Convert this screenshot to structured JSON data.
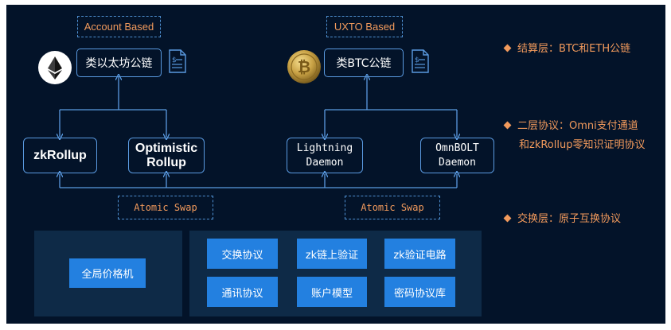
{
  "diagram": {
    "top_labels": {
      "account_based": "Account Based",
      "uxto_based": "UXTO Based"
    },
    "chains": {
      "eth_like": "类以太坊公链",
      "btc_like": "类BTC公链"
    },
    "layer2": {
      "zkrollup": "zkRollup",
      "optimistic": "Optimistic\nRollup",
      "lightning": "Lightning\nDaemon",
      "omnibolt": "OmnBOLT\nDaemon"
    },
    "atomic_swap_left": "Atomic Swap",
    "atomic_swap_right": "Atomic Swap",
    "global_price": "全局价格机",
    "modules": [
      "交换协议",
      "zk链上验证",
      "zk验证电路",
      "通讯协议",
      "账户模型",
      "密码协议库"
    ]
  },
  "legend": {
    "settlement": "结算层：BTC和ETH公链",
    "layer2_line1": "二层协议：Omni支付通道",
    "layer2_line2": "和zkRollup零知识证明协议",
    "exchange": "交换层：原子互换协议"
  },
  "icons": {
    "eth": "ethereum-logo-icon",
    "btc": "bitcoin-coin-icon",
    "doc": "document-icon"
  },
  "colors": {
    "background": "#031329",
    "panel": "#0e2a47",
    "accent_orange": "#f29a5c",
    "line_blue": "#5a9ae0",
    "button_blue": "#2380e0"
  }
}
